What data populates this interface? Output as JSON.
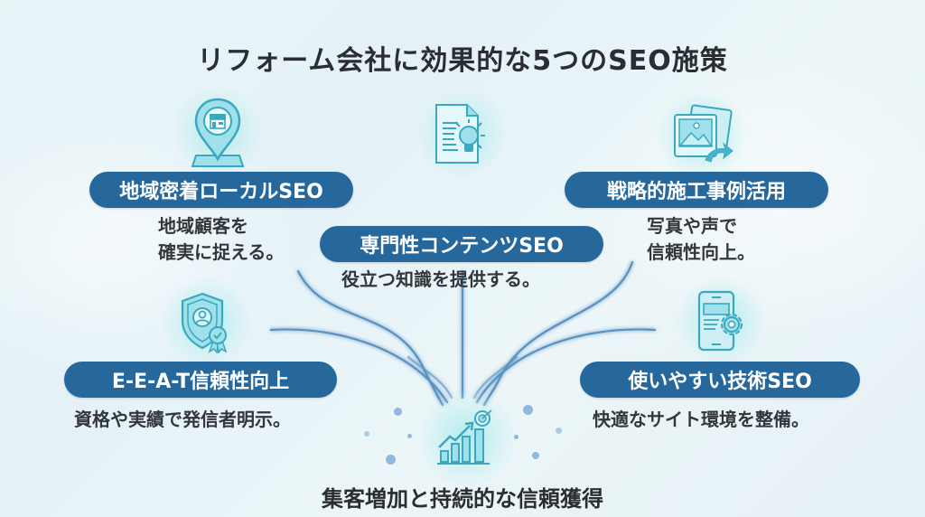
{
  "title": "リフォーム会社に効果的な5つのSEO施策",
  "colors": {
    "pill_bg": "#26689c",
    "pill_text": "#ffffff",
    "icon_stroke": "#3aa9c0",
    "icon_fill": "#9fe0ea",
    "text": "#2b2f33",
    "line": "#4a87bd"
  },
  "items": [
    {
      "id": "local-seo",
      "icon": "map-pin-store-icon",
      "label": "地域密着ローカルSEO",
      "desc_line1": "地域顧客を",
      "desc_line2": "確実に捉える。"
    },
    {
      "id": "content-seo",
      "icon": "document-lightbulb-icon",
      "label": "専門性コンテンツSEO",
      "desc_line1": "役立つ知識を提供する。"
    },
    {
      "id": "case-studies",
      "icon": "photo-gallery-icon",
      "label": "戦略的施工事例活用",
      "desc_line1": "写真や声で",
      "desc_line2": "信頼性向上。"
    },
    {
      "id": "eeat",
      "icon": "shield-badge-icon",
      "label": "E-E-A-T信頼性向上",
      "desc_line1": "資格や実績で発信者明示。"
    },
    {
      "id": "technical-seo",
      "icon": "mobile-gear-icon",
      "label": "使いやすい技術SEO",
      "desc_line1": "快適なサイト環境を整備。"
    }
  ],
  "center": {
    "icon": "growth-chart-target-icon",
    "label": "集客増加と持続的な信頼獲得"
  }
}
